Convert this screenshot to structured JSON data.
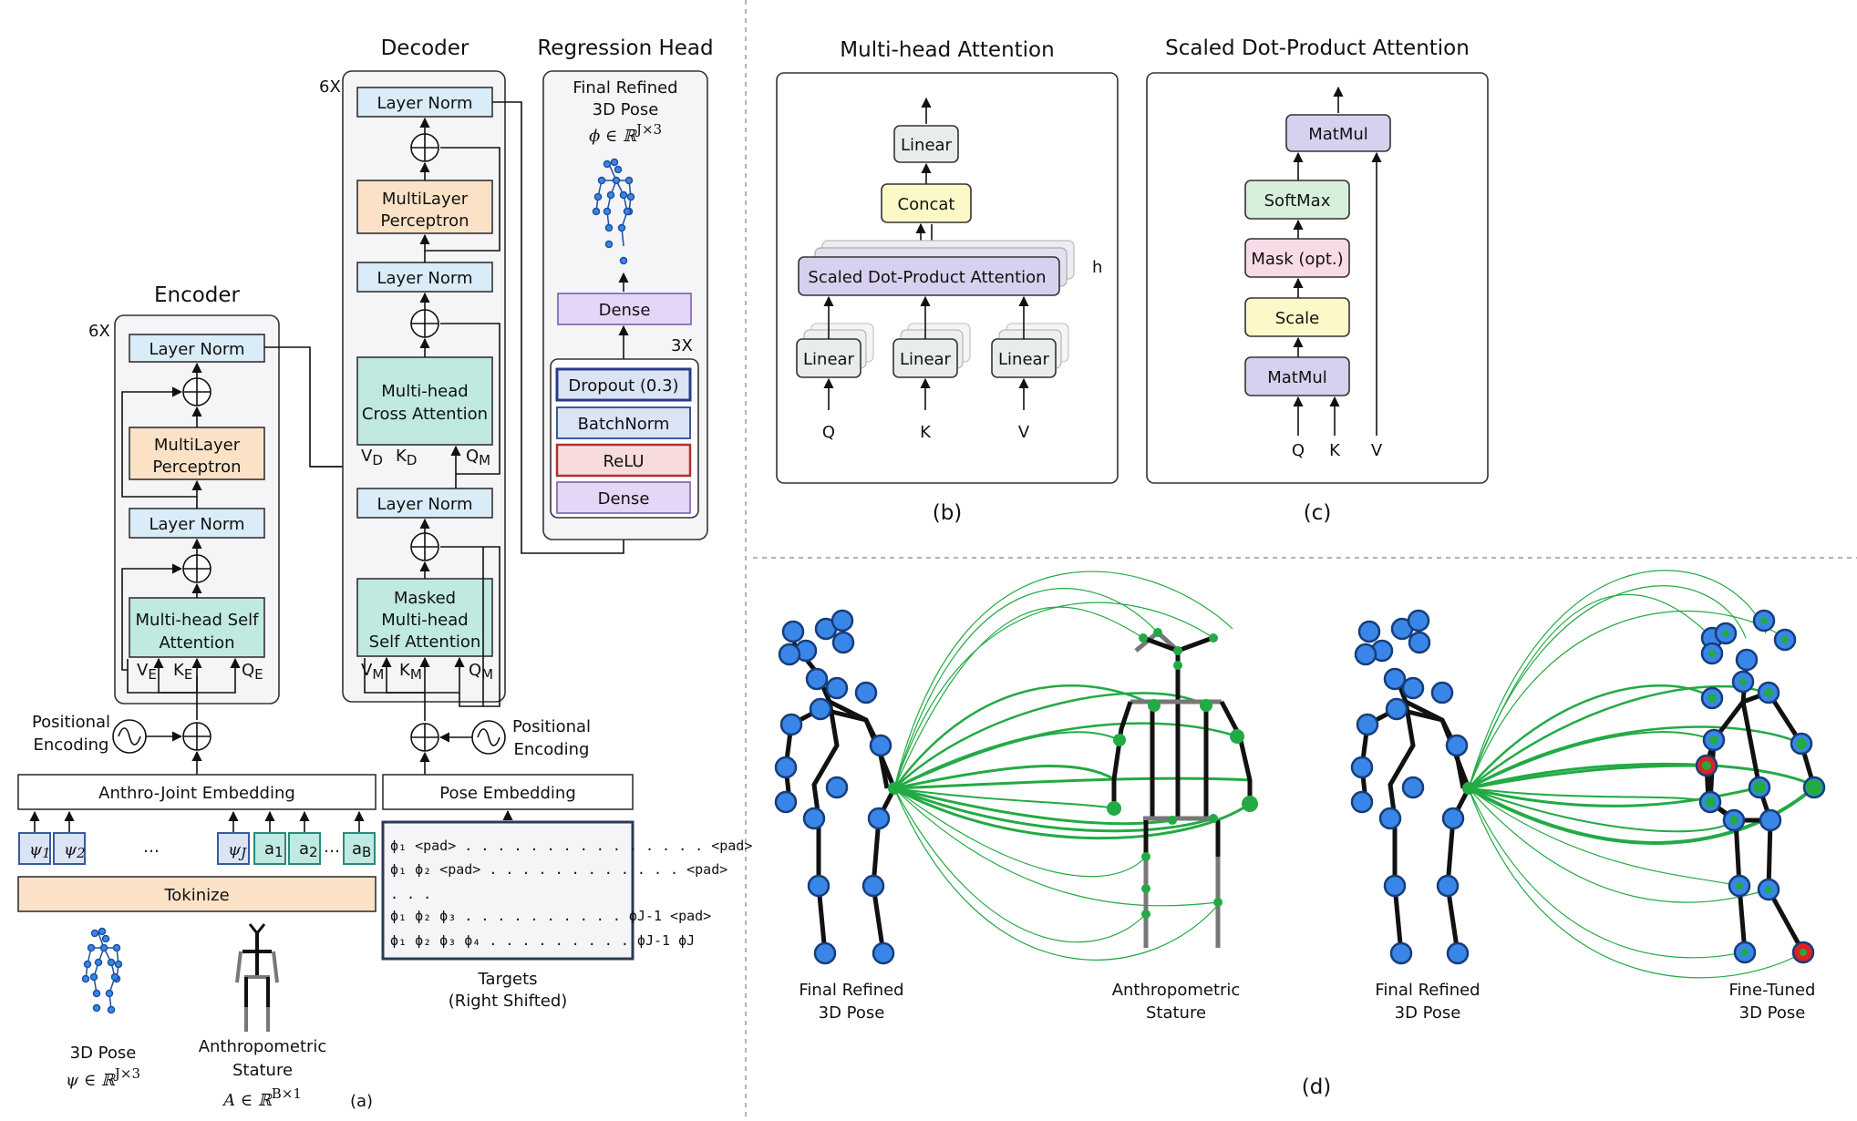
{
  "colors": {
    "layer_norm": "#d9ecf8",
    "mlp": "#fbe2c6",
    "attention": "#bfe9e1",
    "dense": "#e4d6f7",
    "dropout": "#dbe4f5",
    "relu": "#f8dcdc",
    "linear": "#e8eceb",
    "concat": "#fdf8c8",
    "sdpa": "#d8d0ef",
    "softmax": "#d7efdb",
    "mask": "#f8dbe6",
    "scale": "#fdf8c8",
    "matmul": "#d8d0ef",
    "tokenize": "#fbe2c6",
    "joint": "#3a86e8",
    "attention_link": "#22aa44",
    "highlight_joint": "#dd2222"
  },
  "encoder": {
    "title": "Encoder",
    "repeat": "6X",
    "layer_norm_top": "Layer Norm",
    "mlp_line1": "MultiLayer",
    "mlp_line2": "Perceptron",
    "layer_norm_mid": "Layer Norm",
    "attn_line1": "Multi-head Self",
    "attn_line2": "Attention",
    "v": "V",
    "v_sub": "E",
    "k": "K",
    "k_sub": "E",
    "q": "Q",
    "q_sub": "E",
    "pos_line1": "Positional",
    "pos_line2": "Encoding",
    "embedding": "Anthro-Joint Embedding",
    "tokens": [
      "ψ",
      "ψ",
      "ψ",
      "a",
      "a",
      "a"
    ],
    "token_subs": [
      "1",
      "2",
      "J",
      "1",
      "2",
      "B"
    ],
    "ellipsis": "…",
    "ellipsis2": "…",
    "tokenize": "Tokinize",
    "pose_label": "3D Pose",
    "pose_math": "ψ ∈ ℝ",
    "pose_sup": "J×3",
    "stature_line1": "Anthropometric",
    "stature_line2": "Stature",
    "stature_math": "A ∈ ℝ",
    "stature_sup": "B×1"
  },
  "decoder": {
    "title": "Decoder",
    "repeat": "6X",
    "layer_norm_top": "Layer Norm",
    "mlp_line1": "MultiLayer",
    "mlp_line2": "Perceptron",
    "layer_norm_2": "Layer Norm",
    "cross_line1": "Multi-head",
    "cross_line2": "Cross Attention",
    "v": "V",
    "v_sub": "D",
    "k": "K",
    "k_sub": "D",
    "q": "Q",
    "q_sub": "M",
    "layer_norm_3": "Layer Norm",
    "masked_line1": "Masked",
    "masked_line2": "Multi-head",
    "masked_line3": "Self Attention",
    "mv": "V",
    "mv_sub": "M",
    "mk": "K",
    "mk_sub": "M",
    "mq": "Q",
    "mq_sub": "M",
    "pos_line1": "Positional",
    "pos_line2": "Encoding",
    "embedding": "Pose Embedding",
    "targets": [
      "ϕ₁ <pad> . . . . . . . . . . . . . . . <pad>",
      "ϕ₁ ϕ₂ <pad> . . . . . . . . . . . . <pad>",
      ". . .",
      "ϕ₁ ϕ₂ ϕ₃ . . . . . . . . . . ϕJ-1 <pad>",
      "ϕ₁ ϕ₂ ϕ₃ ϕ₄ . . . . . . . . . ϕJ-1  ϕJ"
    ],
    "targets_line1": "Targets",
    "targets_line2": "(Right Shifted)",
    "panel_label": "(a)"
  },
  "regression": {
    "title": "Regression Head",
    "out_line1": "Final Refined",
    "out_line2": "3D Pose",
    "out_math": "ϕ ∈ ℝ",
    "out_sup": "J×3",
    "dense_top": "Dense",
    "repeat": "3X",
    "dropout": "Dropout (0.3)",
    "batchnorm": "BatchNorm",
    "relu": "ReLU",
    "dense_bottom": "Dense"
  },
  "mha": {
    "title": "Multi-head Attention",
    "linear_top": "Linear",
    "concat": "Concat",
    "sdpa": "Scaled Dot-Product Attention",
    "h": "h",
    "linear_q": "Linear",
    "linear_k": "Linear",
    "linear_v": "Linear",
    "q": "Q",
    "k": "K",
    "v": "V",
    "panel_label": "(b)"
  },
  "sdpa": {
    "title": "Scaled Dot-Product Attention",
    "matmul_top": "MatMul",
    "softmax": "SoftMax",
    "mask": "Mask (opt.)",
    "scale": "Scale",
    "matmul_bottom": "MatMul",
    "q": "Q",
    "k": "K",
    "v": "V",
    "panel_label": "(c)"
  },
  "skeletons": {
    "left_line1": "Final Refined",
    "left_line2": "3D Pose",
    "stature_line1": "Anthropometric",
    "stature_line2": "Stature",
    "right_line1": "Final Refined",
    "right_line2": "3D Pose",
    "tuned_line1": "Fine-Tuned",
    "tuned_line2": "3D Pose",
    "panel_label": "(d)"
  }
}
